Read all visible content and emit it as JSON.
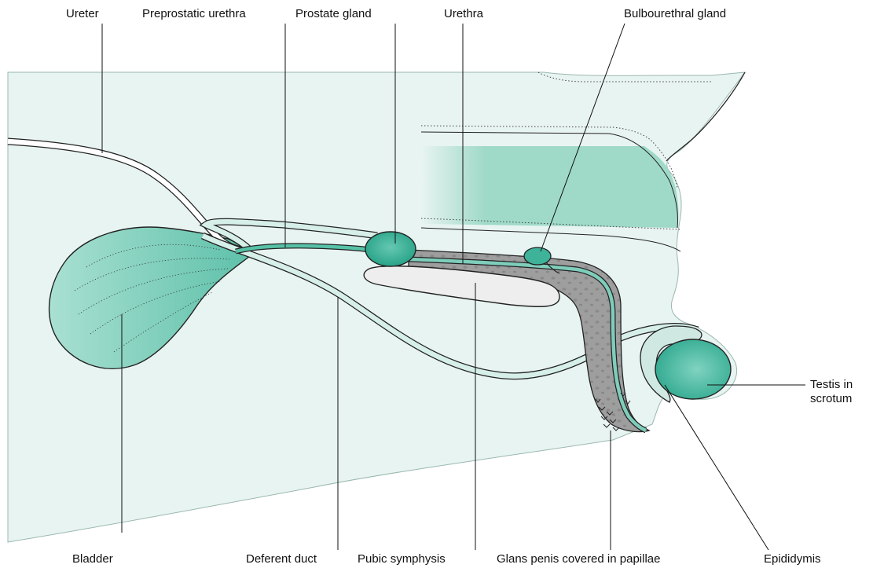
{
  "labels": {
    "ureter": "Ureter",
    "preprostatic_urethra": "Preprostatic urethra",
    "prostate_gland": "Prostate gland",
    "urethra": "Urethra",
    "bulbourethral_gland": "Bulbourethral gland",
    "testis_line1": "Testis in",
    "testis_line2": "scrotum",
    "bladder": "Bladder",
    "deferent_duct": "Deferent duct",
    "pubic_symphysis": "Pubic symphysis",
    "glans_penis": "Glans penis covered in papillae",
    "epididymis": "Epididymis"
  },
  "colors": {
    "body_fill": "#e8f4f1",
    "organ_teal": "#7fcdbb",
    "organ_teal_dark": "#3fb39a",
    "erectile_grey": "#a9a9a9",
    "bone_fill": "#eeeeee",
    "outline": "#222222"
  }
}
